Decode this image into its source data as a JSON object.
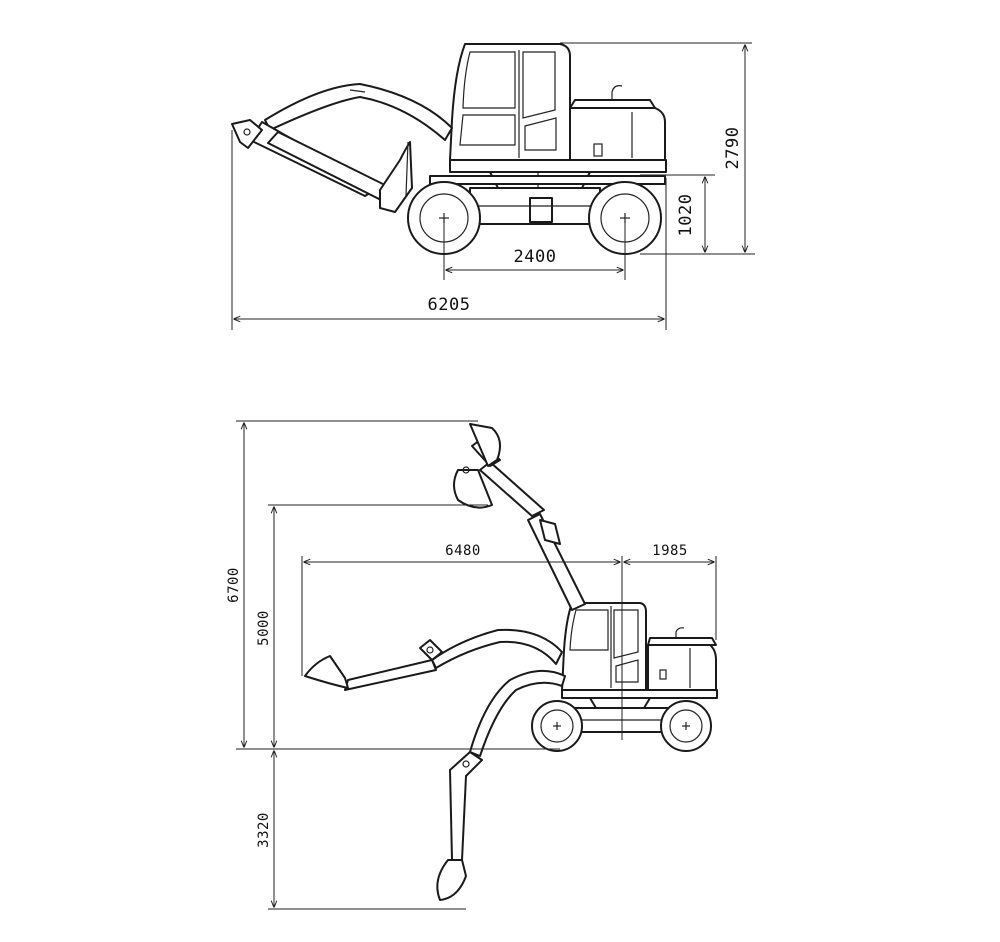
{
  "side_view": {
    "dims": {
      "overall_length": "6205",
      "wheelbase": "2400",
      "axle_height": "1020",
      "overall_height": "2790"
    }
  },
  "working_range": {
    "dims": {
      "max_dig_height": "6700",
      "max_dump_height": "5000",
      "max_reach": "6480",
      "tail_radius": "1985",
      "max_dig_depth": "3320"
    }
  }
}
